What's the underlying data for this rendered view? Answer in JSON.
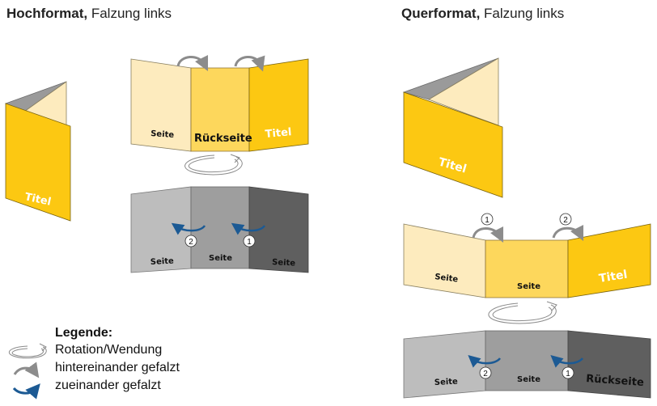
{
  "headings": {
    "left": {
      "bold": "Hochformat,",
      "regular": " Falzung links"
    },
    "right": {
      "bold": "Querformat,",
      "regular": " Falzung links"
    }
  },
  "colors": {
    "panel_light": "#FDEBBE",
    "panel_mid": "#FDD75C",
    "panel_dark": "#FCC812",
    "gray_light": "#BDBDBD",
    "gray_mid": "#9E9E9E",
    "gray_dark": "#5F5F5F",
    "fold_gray": "#9A9A9A",
    "arrow_gray": "#8C8C8C",
    "arrow_blue": "#1C5A94"
  },
  "hochformat": {
    "folded_title": "Titel",
    "front_panels": [
      "Seite",
      "Rückseite",
      "Titel"
    ],
    "back_panels": [
      "Seite",
      "Seite",
      "Seite"
    ],
    "fold_markers": [
      "2",
      "1"
    ]
  },
  "querformat": {
    "folded_title": "Titel",
    "front_markers": [
      "1",
      "2"
    ],
    "front_panels": [
      "Seite",
      "Seite",
      "Titel"
    ],
    "back_panels": [
      "Seite",
      "Seite",
      "Rückseite"
    ],
    "fold_markers": [
      "2",
      "1"
    ]
  },
  "legend": {
    "title": "Legende:",
    "items": [
      {
        "icon": "rotation-icon",
        "label": "Rotation/Wendung"
      },
      {
        "icon": "fold-behind-arrow-icon",
        "label": "hintereinander gefalzt"
      },
      {
        "icon": "fold-together-arrow-icon",
        "label": "zueinander gefalzt"
      }
    ]
  }
}
